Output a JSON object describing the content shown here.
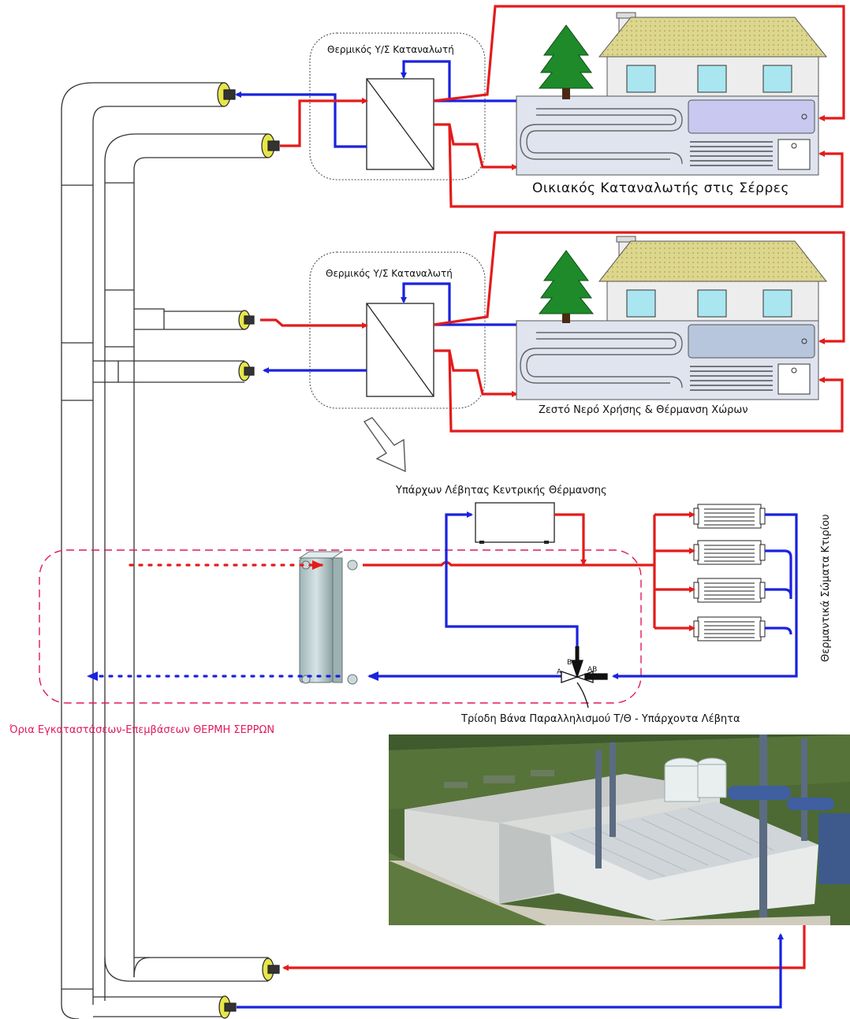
{
  "labels": {
    "substation_top": "Θερμικός Υ/Σ Καταναλωτή",
    "substation_mid": "Θερμικός Υ/Σ Καταναλωτή",
    "consumer_title": "Οικιακός Καταναλωτής στις Σέρρες",
    "dhw_heating": "Ζεστό Νερό Χρήσης & Θέρμανση Χώρων",
    "existing_boiler": "Υπάρχων Λέβητας Κεντρικής Θέρμανσης",
    "building_radiators": "Θερμαντικά Σώματα Κτιρίου",
    "three_way_valve": "Τρίοδη Βάνα Παραλληλισμού Τ/Θ - Υπάρχοντα Λέβητα",
    "boundary": "Όρια Εγκαταστάσεων-Επεμβάσεων ΘΕΡΜΗ ΣΕΡΡΩΝ",
    "valve_port_a": "A",
    "valve_port_b": "B",
    "valve_port_ab": "AB"
  },
  "colors": {
    "supply": "#e31b1b",
    "return": "#1a22e0",
    "boundary": "#e0195a",
    "roof": "#d8d48c",
    "tree": "#1e8a2a",
    "tank": "#c9d3e6",
    "photo_sky": "#4c6a35"
  },
  "icons": [
    "tree-icon",
    "house-icon",
    "heat-exchanger-icon",
    "radiator-icon",
    "boiler-icon",
    "plate-heat-exchanger-icon",
    "three-way-valve-icon",
    "arrow-down-icon"
  ]
}
